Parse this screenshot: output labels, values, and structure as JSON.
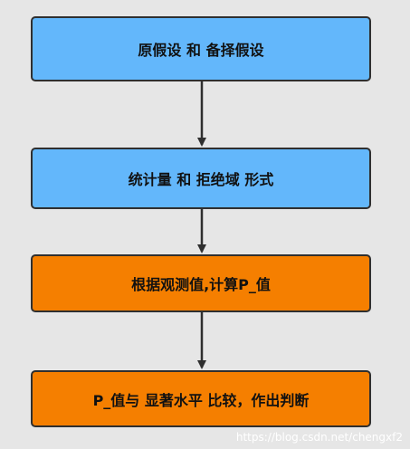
{
  "nodes": [
    {
      "label": "原假设 和 备择假设",
      "fill": "#63b7fb"
    },
    {
      "label": "统计量  和 拒绝域 形式",
      "fill": "#63b7fb"
    },
    {
      "label": "根据观测值,计算P_值",
      "fill": "#f57f00"
    },
    {
      "label": "P_值与 显著水平 比较，作出判断",
      "fill": "#f57f00"
    }
  ],
  "edges": [
    {
      "from": 0,
      "to": 1
    },
    {
      "from": 1,
      "to": 2
    },
    {
      "from": 2,
      "to": 3
    }
  ],
  "watermark": "https://blog.csdn.net/chengxf2",
  "colors": {
    "background": "#e6e6e6",
    "border": "#2f2f2f",
    "arrow": "#2f2f2f"
  }
}
